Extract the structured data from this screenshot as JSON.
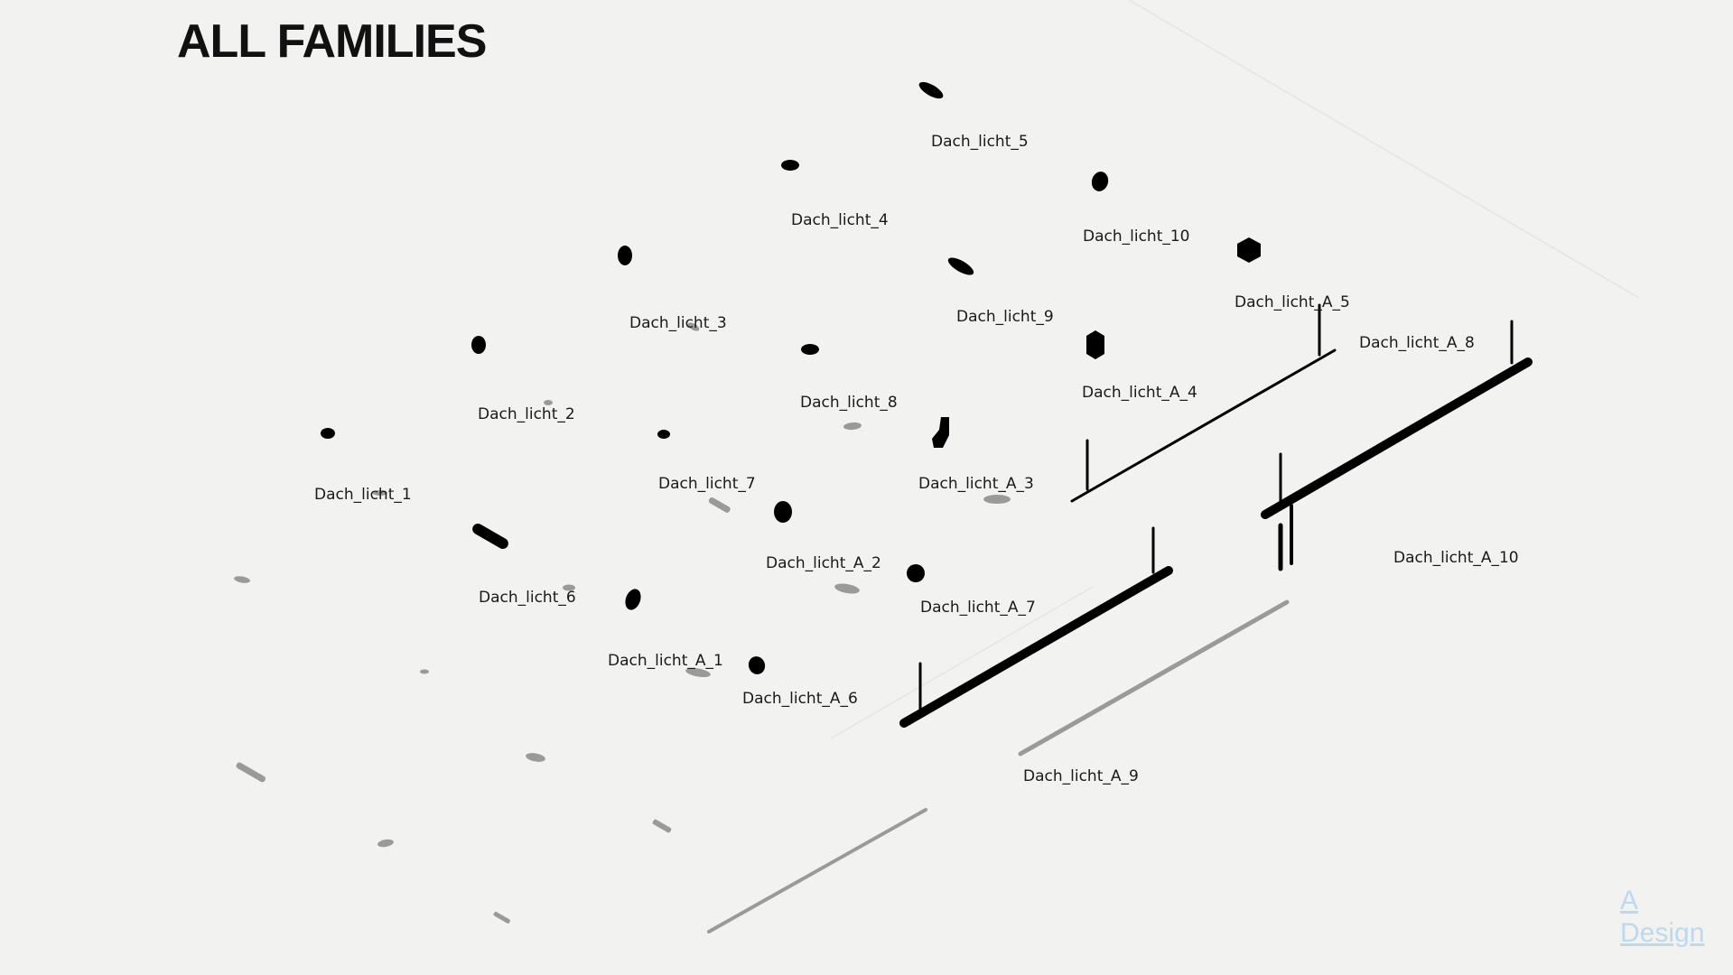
{
  "title": "ALL FAMILIES",
  "labels": {
    "dach_licht_1": "Dach_licht_1",
    "dach_licht_2": "Dach_licht_2",
    "dach_licht_3": "Dach_licht_3",
    "dach_licht_4": "Dach_licht_4",
    "dach_licht_5": "Dach_licht_5",
    "dach_licht_6": "Dach_licht_6",
    "dach_licht_7": "Dach_licht_7",
    "dach_licht_8": "Dach_licht_8",
    "dach_licht_9": "Dach_licht_9",
    "dach_licht_10": "Dach_licht_10",
    "dach_licht_a_1": "Dach_licht_A_1",
    "dach_licht_a_2": "Dach_licht_A_2",
    "dach_licht_a_3": "Dach_licht_A_3",
    "dach_licht_a_4": "Dach_licht_A_4",
    "dach_licht_a_5": "Dach_licht_A_5",
    "dach_licht_a_6": "Dach_licht_A_6",
    "dach_licht_a_7": "Dach_licht_A_7",
    "dach_licht_a_8": "Dach_licht_A_8",
    "dach_licht_a_9": "Dach_licht_A_9",
    "dach_licht_a_10": "Dach_licht_A_10"
  },
  "brand": {
    "line1": "A",
    "line2": "Design"
  },
  "colors": {
    "background": "#f2f2f0",
    "object": "#000000",
    "shadow": "#9a9a9a",
    "brand": "#bcd9f0"
  }
}
